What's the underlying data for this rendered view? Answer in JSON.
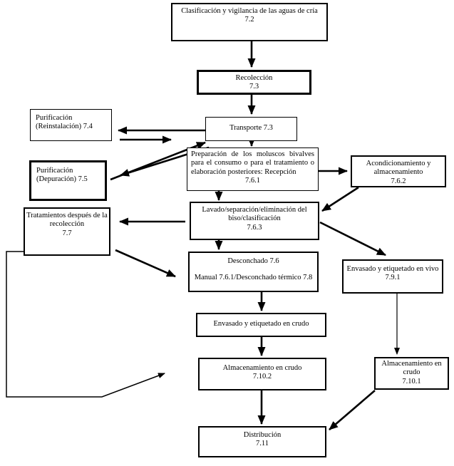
{
  "diagram": {
    "language": "es",
    "colors": {
      "border": "#000000",
      "background": "#ffffff",
      "text": "#000000"
    },
    "nodes": {
      "clasificacion": {
        "lines": [
          "Clasificación y vigilancia de las aguas de cría",
          "7.2"
        ]
      },
      "recoleccion": {
        "lines": [
          "Recolección",
          "7.3"
        ]
      },
      "transporte": {
        "lines": [
          "Transporte 7.3"
        ]
      },
      "purif_reinstalacion": {
        "lines": [
          "Purificación",
          "(Reinstalación) 7.4"
        ]
      },
      "purif_depuracion": {
        "lines": [
          "Purificación",
          "(Depuración) 7.5"
        ]
      },
      "preparacion": {
        "lines": [
          "Preparación de los moluscos bivalves para el consumo o para el tratamiento o elaboración posteriores: Recepción",
          "7.6.1"
        ]
      },
      "acondicionamiento": {
        "lines": [
          "Acondicionamiento y",
          "almacenamiento",
          "7.6.2"
        ]
      },
      "lavado": {
        "lines": [
          "Lavado/separación/eliminación del",
          "biso/clasificación",
          "7.6.3"
        ]
      },
      "tratamientos": {
        "lines": [
          "Tratamientos después de la",
          "recolección",
          "7.7"
        ]
      },
      "desconchado": {
        "lines": [
          "Desconchado 7.6",
          "Manual 7.6.1/Desconchado térmico 7.8"
        ]
      },
      "envasado_vivo": {
        "lines": [
          "Envasado y etiquetado en vivo",
          "7.9.1"
        ]
      },
      "envasado_crudo": {
        "lines": [
          "Envasado y etiquetado en crudo"
        ]
      },
      "almacen_crudo_7102": {
        "lines": [
          "Almacenamiento en crudo",
          "7.10.2"
        ]
      },
      "almacen_crudo_7101": {
        "lines": [
          "Almacenamiento en",
          "crudo",
          "7.10.1"
        ]
      },
      "distribucion": {
        "lines": [
          "Distribución",
          "7.11"
        ]
      }
    }
  }
}
